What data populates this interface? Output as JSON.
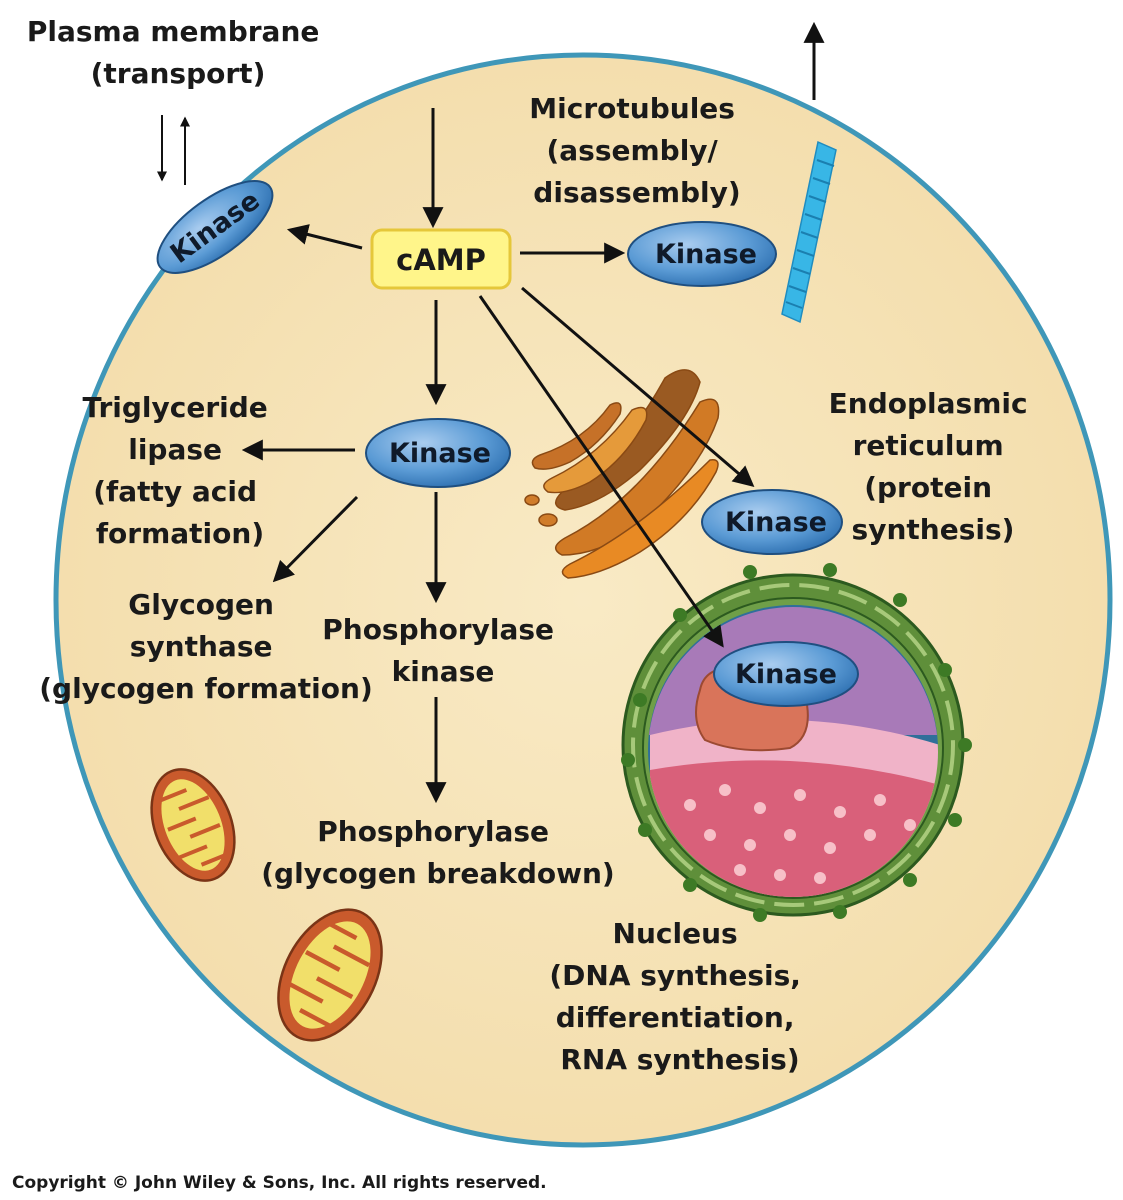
{
  "labels": {
    "plasma_membrane": [
      "Plasma membrane",
      "(transport)"
    ],
    "microtubules": [
      "Microtubules",
      "(assembly/",
      "disassembly)"
    ],
    "triglyceride": [
      "Triglyceride",
      "lipase",
      "(fatty acid",
      "formation)"
    ],
    "er": [
      "Endoplasmic",
      "reticulum",
      "(protein",
      "synthesis)"
    ],
    "glycogen_synthase": [
      "Glycogen",
      "synthase",
      "(glycogen formation)"
    ],
    "phosphorylase_kinase": [
      "Phosphorylase",
      "kinase"
    ],
    "phosphorylase": [
      "Phosphorylase",
      "(glycogen breakdown)"
    ],
    "nucleus": [
      "Nucleus",
      "(DNA synthesis,",
      "differentiation,",
      "RNA synthesis)"
    ]
  },
  "camp": "cAMP",
  "kinase": "Kinase",
  "copyright": "Copyright © John Wiley & Sons, Inc. All rights reserved.",
  "colors": {
    "cell_fill": "#f6e3b5",
    "cell_border": "#3f97b8",
    "kinase_fill": "#5b9bd5",
    "camp_fill": "#fff58a",
    "camp_border": "#e5c73a",
    "microtubule": "#38b6e6",
    "golgi": "#c86d1e",
    "nucleus_er": "#5f8f3a",
    "nucleoplasm": "#a87ab8",
    "nucleolus": "#d9745a",
    "mitochondrion": "#c95a2c"
  }
}
